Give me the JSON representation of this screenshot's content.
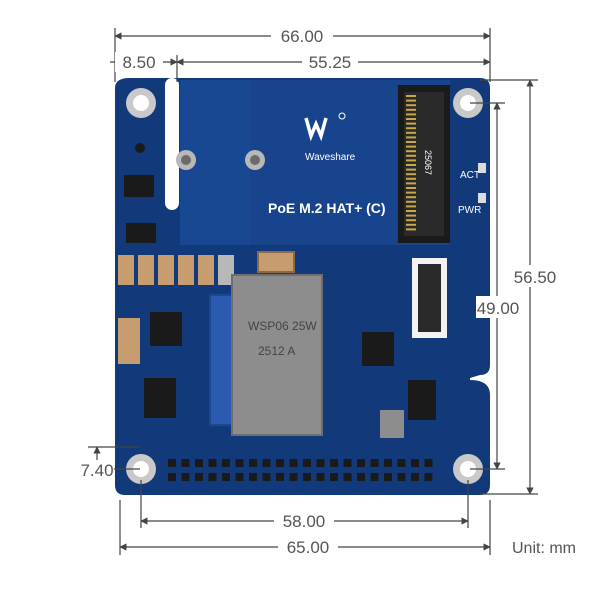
{
  "dimensions": {
    "top_width": "66.00",
    "left_offset": "8.50",
    "mhole_span_top": "55.25",
    "right_height": "56.50",
    "inner_height": "49.00",
    "left_small": "7.40",
    "bottom_hole_span": "58.00",
    "bottom_width": "65.00"
  },
  "unit_label": "Unit: mm",
  "board": {
    "brand": "Waveshare",
    "product": "PoE M.2 HAT+ (C)",
    "led_act": "ACT",
    "led_pwr": "PWR",
    "m2_label": "25067"
  },
  "transformer": {
    "line1": "WSP06 25W",
    "line2": "2512 A"
  },
  "colors": {
    "pcb": "#123a7a",
    "pcb_dark": "#0d2d63",
    "silkscreen": "#ffffff",
    "transformer": "#8d8d8d",
    "dimension_line": "#444444"
  }
}
